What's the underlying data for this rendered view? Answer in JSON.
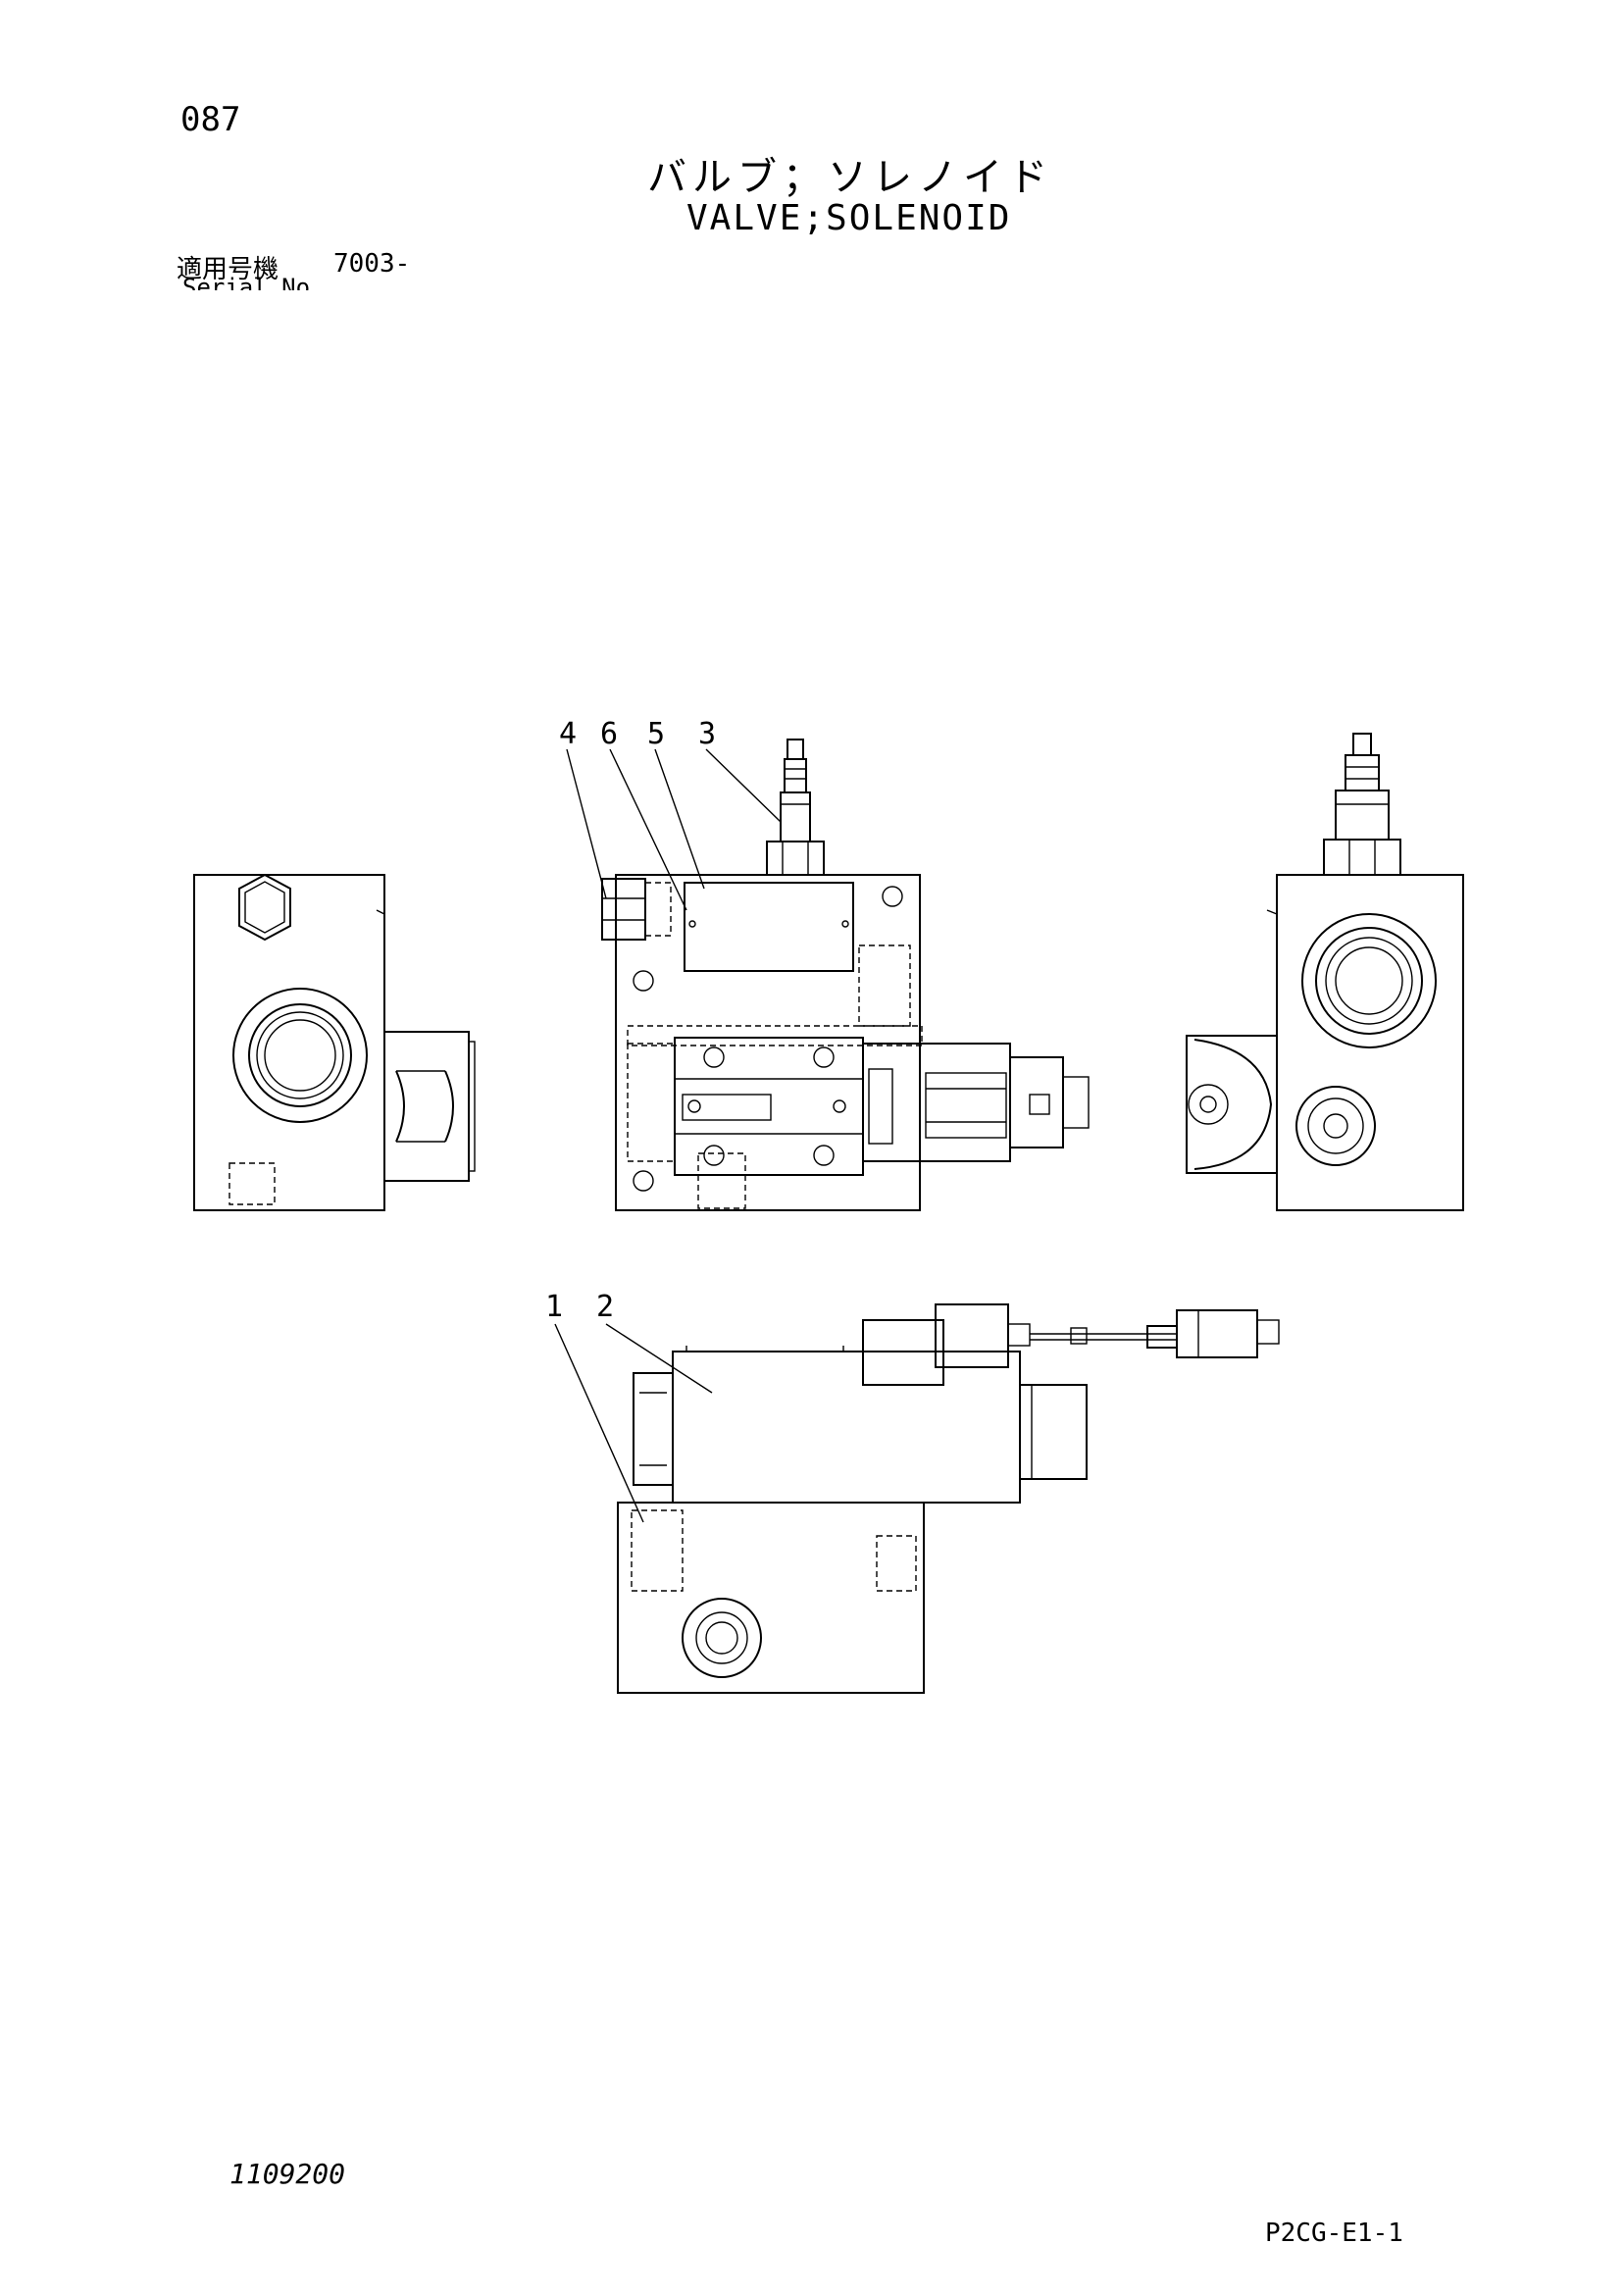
{
  "header": {
    "page_number": "087",
    "title_jp": "バルブ；ソレノイド",
    "title_en": "VALVE;SOLENOID",
    "serial_label": "適用号機",
    "serial_value": "7003-",
    "serial_sub": "Serial No."
  },
  "callouts": [
    "4",
    "6",
    "5",
    "3",
    "1",
    "2"
  ],
  "footer": {
    "drawing_code": "1109200",
    "sheet_code": "P2CG-E1-1"
  }
}
